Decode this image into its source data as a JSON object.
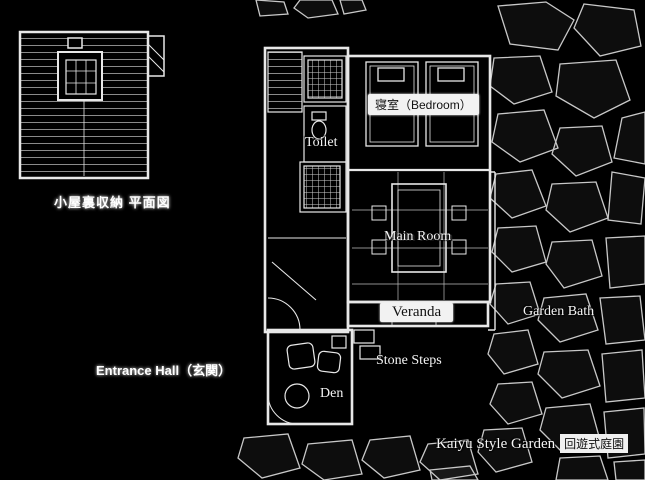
{
  "page": {
    "background": "#000000",
    "line_color": "#e8e8e8",
    "stone_line_color": "#c8c8c8"
  },
  "inset": {
    "caption": "小屋裏収納 平面図"
  },
  "plan": {
    "bedroom": "寝室（Bedroom）",
    "toilet": "Toilet",
    "main_room": "Main Room",
    "veranda": "Veranda",
    "den": "Den",
    "entrance": "Entrance Hall（玄関）"
  },
  "garden": {
    "garden_bath": "Garden Bath",
    "stone_steps": "Stone Steps",
    "kaiyu_en": "Kaiyu Style Garden",
    "kaiyu_jp": "回遊式庭園"
  }
}
